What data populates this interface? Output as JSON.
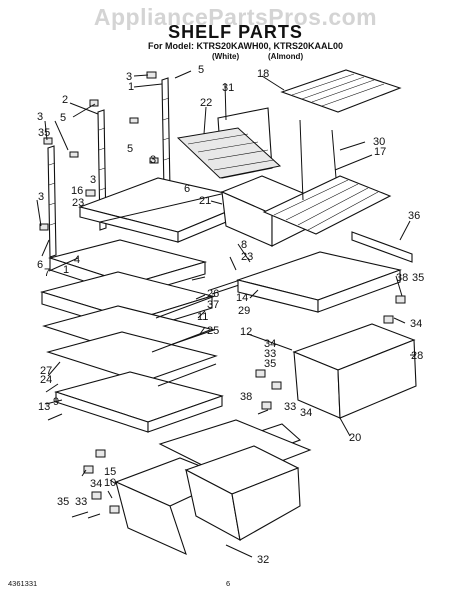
{
  "watermark": "AppliancePartsPros.com",
  "title": "SHELF PARTS",
  "model_line": "For Model: KTRS20KAWH00, KTRS20KAAL00",
  "variants": [
    "(White)",
    "(Almond)"
  ],
  "footer_left": "4361331",
  "footer_page": "6",
  "callouts": [
    "1",
    "2",
    "3",
    "4",
    "5",
    "6",
    "7",
    "8",
    "9",
    "10",
    "11",
    "12",
    "13",
    "14",
    "15",
    "16",
    "17",
    "18",
    "20",
    "21",
    "22",
    "23",
    "24",
    "25",
    "26",
    "27",
    "28",
    "29",
    "30",
    "31",
    "32",
    "33",
    "34",
    "35",
    "36",
    "37",
    "38"
  ]
}
